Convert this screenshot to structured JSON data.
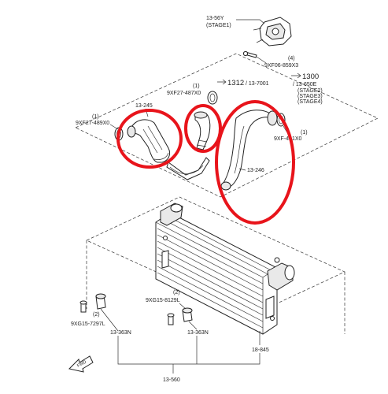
{
  "diagram": {
    "labels": {
      "part_13_56y": "13-56Y",
      "stage1": "(STAGE1)",
      "qty_4": "(4)",
      "bolt_9xf06": "9XF06-859X3",
      "part_1300": "1300",
      "part_1312": "1312",
      "part_13_7001": "/ 13-7001",
      "part_13_650e": "/ 13-650E",
      "stage2": "(STAGE2)",
      "stage3": "(STAGE3)",
      "stage4": "(STAGE4)",
      "qty_1_a": "(1)",
      "clamp_9xf27_487": "9XF27-487X0",
      "part_13_245": "13-245",
      "qty_1_b": "(1)",
      "clamp_9xf27_489": "9XF27-489X0",
      "qty_1_c": "(1)",
      "clamp_9xf_491": "9XF-491X0",
      "part_13_246": "13-246",
      "qty_2_a": "(2)",
      "bolt_9xg15_8129": "9XG15-8129L",
      "qty_2_b": "(2)",
      "bolt_9xg15_7297": "9XG15-7297L",
      "part_13_363n_a": "13-363N",
      "part_13_363n_b": "13-363N",
      "part_18_845": "18-845",
      "part_13_560": "13-560",
      "fwd": "FWD"
    },
    "highlight_color": "#e8141b",
    "line_color": "#333333"
  }
}
